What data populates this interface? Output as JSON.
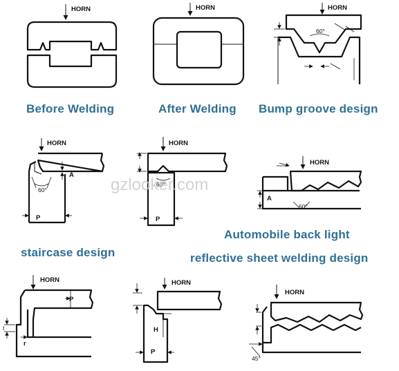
{
  "labels": {
    "horn": "HORN",
    "angle": "60°",
    "angle45": "45°",
    "p": "P",
    "a": "A",
    "h": "H",
    "r": "r",
    "t": "t"
  },
  "captions": {
    "before_welding": "Before Welding",
    "after_welding": "After Welding",
    "bump_groove": "Bump groove design",
    "staircase": "staircase design",
    "automobile_line1": "Automobile back light",
    "automobile_line2": "reflective sheet welding design"
  },
  "watermark": "gzlooker.com",
  "colors": {
    "caption": "#2f6f96",
    "line": "#111111",
    "watermark": "#c8c8c8"
  }
}
